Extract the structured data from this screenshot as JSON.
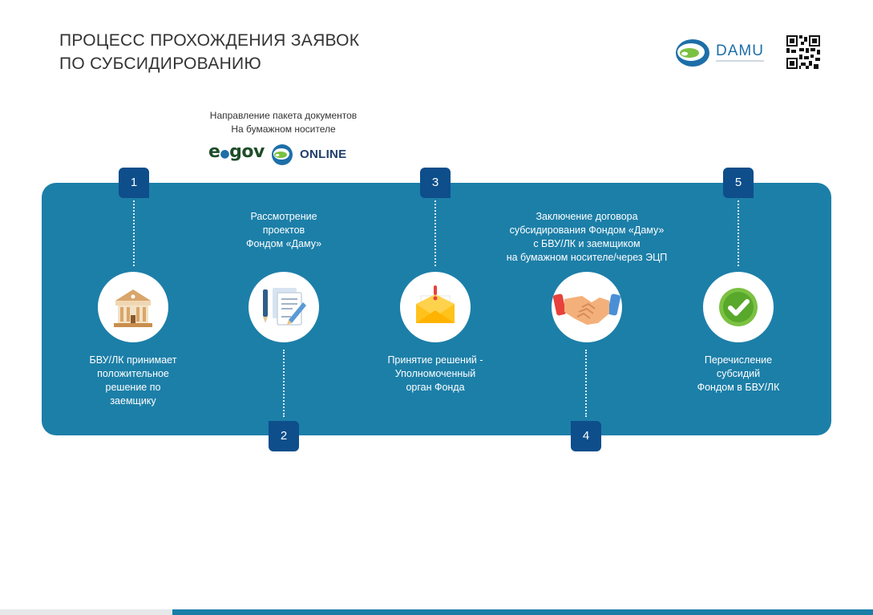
{
  "title": {
    "line1": "ПРОЦЕСС ПРОХОЖДЕНИЯ ЗАЯВОК",
    "line2": "ПО СУБСИДИРОВАНИЮ"
  },
  "header": {
    "brand": "DAMU",
    "qr_icon": "qr-code-icon"
  },
  "submission": {
    "line1": "Направление пакета документов",
    "line2": "На бумажном носителе",
    "egov": "e",
    "egov_rest": "gov",
    "online": "ONLINE"
  },
  "steps": [
    {
      "number": "1",
      "icon": "bank-building-icon",
      "lines": [
        "БВУ/ЛК принимает",
        "положительное",
        "решение по",
        "заемщику"
      ]
    },
    {
      "number": "2",
      "icon": "document-review-icon",
      "lines": [
        "Рассмотрение",
        "проектов",
        "Фондом «Даму»"
      ]
    },
    {
      "number": "3",
      "icon": "envelope-alert-icon",
      "lines": [
        "Принятие решений -",
        "Уполномоченный",
        "орган Фонда"
      ]
    },
    {
      "number": "4",
      "icon": "handshake-icon",
      "lines": [
        "Заключение договора",
        "субсидирования Фондом «Даму»",
        "с БВУ/ЛК и заемщиком",
        "на бумажном носителе/через ЭЦП"
      ]
    },
    {
      "number": "5",
      "icon": "check-circle-icon",
      "lines": [
        "Перечисление",
        "субсидий",
        "Фондом в БВУ/ЛК"
      ]
    }
  ],
  "colors": {
    "panel": "#1c7fa8",
    "badge": "#0d4e8b",
    "accent_green": "#7bc142"
  }
}
